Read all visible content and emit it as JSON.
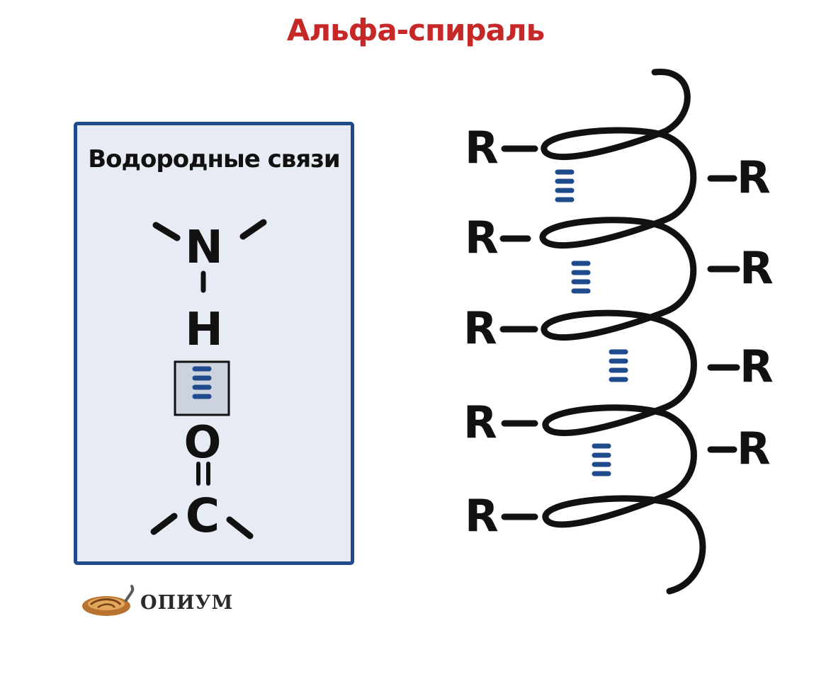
{
  "title": "Альфа-спираль",
  "colors": {
    "title": "#c62828",
    "box_border": "#1f4a8c",
    "box_fill": "#e6ebf4",
    "hbond": "#1f4a8c",
    "stroke": "#111111"
  },
  "legend": {
    "title": "Водородные связи",
    "atoms": {
      "n": "N",
      "h": "H",
      "o": "O",
      "c": "C"
    }
  },
  "helix": {
    "r_label": "R",
    "left_residue_count": 5,
    "right_residue_count": 4,
    "hbond_count": 4
  },
  "logo": {
    "text": "ОПИУМ"
  }
}
